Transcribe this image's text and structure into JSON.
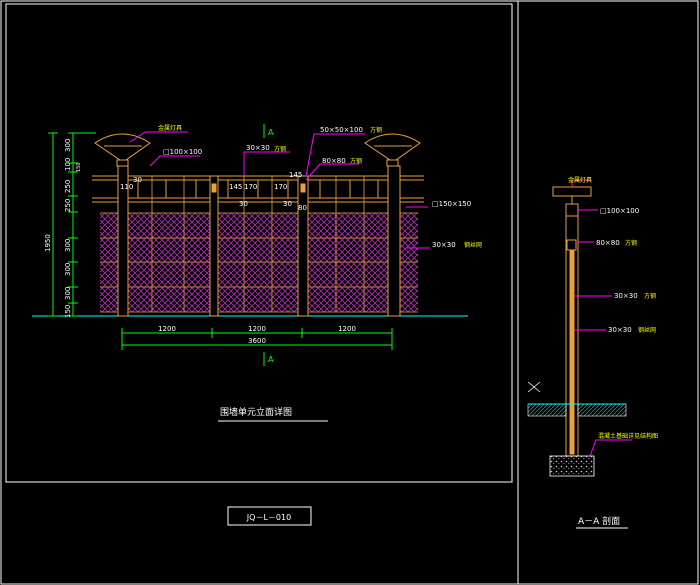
{
  "colors": {
    "background": "#000000",
    "frame": "#ffffff",
    "structure": "#e8a040",
    "mesh": "#c040c0",
    "dimension": "#00ff00",
    "leader": "#ff00ff",
    "text": "#ffffff",
    "accent_text": "#ffff00",
    "ground": "#00ffff"
  },
  "elevation": {
    "labels": {
      "lamp": "金属灯具",
      "rail_top": "□100×100",
      "bar_30": "30×30",
      "bar_30_note": "方钢",
      "tube_50": "50×50×100",
      "tube_50_note": "方钢",
      "tube_80": "80×80",
      "tube_80_note": "方钢",
      "post": "□150×150",
      "mesh": "30×30",
      "mesh_note": "钢丝网",
      "section_mark": "A"
    },
    "inner_dims": [
      "110",
      "30",
      "145",
      "170",
      "170",
      "145",
      "30",
      "30",
      "80"
    ],
    "left_dims": [
      "300",
      "100",
      "250",
      "150",
      "250",
      "300",
      "300",
      "300",
      "150"
    ],
    "total_height": "1950",
    "bay_dims": [
      "1200",
      "1200",
      "1200"
    ],
    "total_width": "3600",
    "caption": "围墙单元立面详图"
  },
  "section": {
    "labels": {
      "lamp": "金属灯具",
      "rail_top": "□100×100",
      "tube_80": "80×80",
      "tube_80_note": "方钢",
      "bar_30": "30×30",
      "bar_30_note": "方钢",
      "mesh": "30×30",
      "mesh_note": "钢丝网",
      "footing": "混凝土基础详见结构图"
    },
    "caption": "A－A 剖面"
  },
  "drawing_number": "JQ－L－010"
}
